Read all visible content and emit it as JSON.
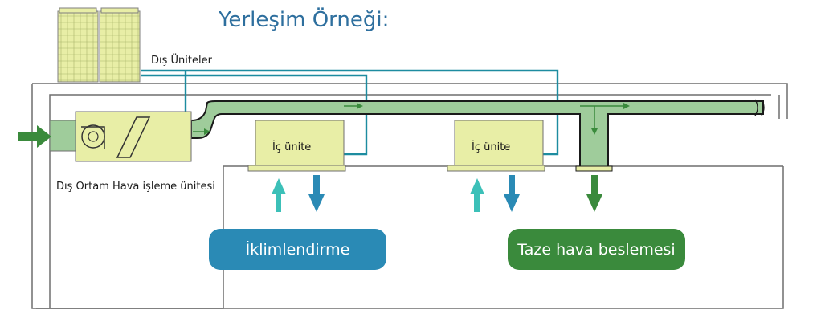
{
  "title": "Yerleşim Örneği:",
  "labels": {
    "outdoor_units": "Dış Üniteler",
    "air_handling_unit": "Dış Ortam Hava işleme ünitesi",
    "indoor_unit_1": "İç ünite",
    "indoor_unit_2": "İç ünite"
  },
  "legend": {
    "air_conditioning": "İklimlendirme",
    "fresh_air_supply": "Taze hava beslemesi"
  },
  "colors": {
    "title": "#2e6f9e",
    "refrigerant_pipe": "#1d8ca0",
    "duct_fill": "#9fcc9b",
    "unit_fill": "#e8eea6",
    "fresh_air_arrow": "#3a8a3c",
    "supply_arrow": "#3cc0b8",
    "return_arrow": "#2a8ab5",
    "air_conditioning_pill": "#2a8ab5",
    "fresh_air_pill": "#3a8a3c"
  }
}
